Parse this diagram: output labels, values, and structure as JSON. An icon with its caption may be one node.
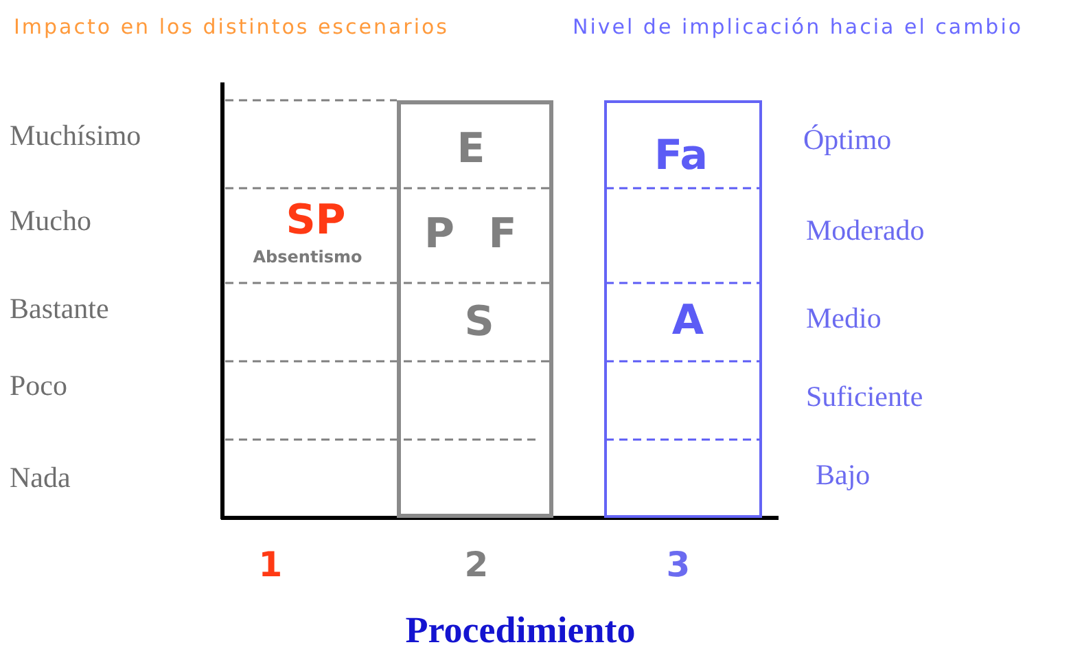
{
  "diagram": {
    "nodes": [
      {
        "text": [
          "E",
          "P",
          "F",
          "S"
        ]
      },
      {
        "text": [
          "Fa",
          "A"
        ]
      }
    ],
    "labels": [
      "Impacto en los distintos escenarios",
      "Nivel de implicación hacia el cambio",
      "Muchísimo",
      "Óptimo",
      "Mucho",
      "SP",
      "Absentismo",
      "Moderado",
      "Bastante",
      "Medio",
      "Poco",
      "Suficiente",
      "Nada",
      "Bajo",
      "1",
      "2",
      "3",
      "Procedimiento"
    ]
  }
}
